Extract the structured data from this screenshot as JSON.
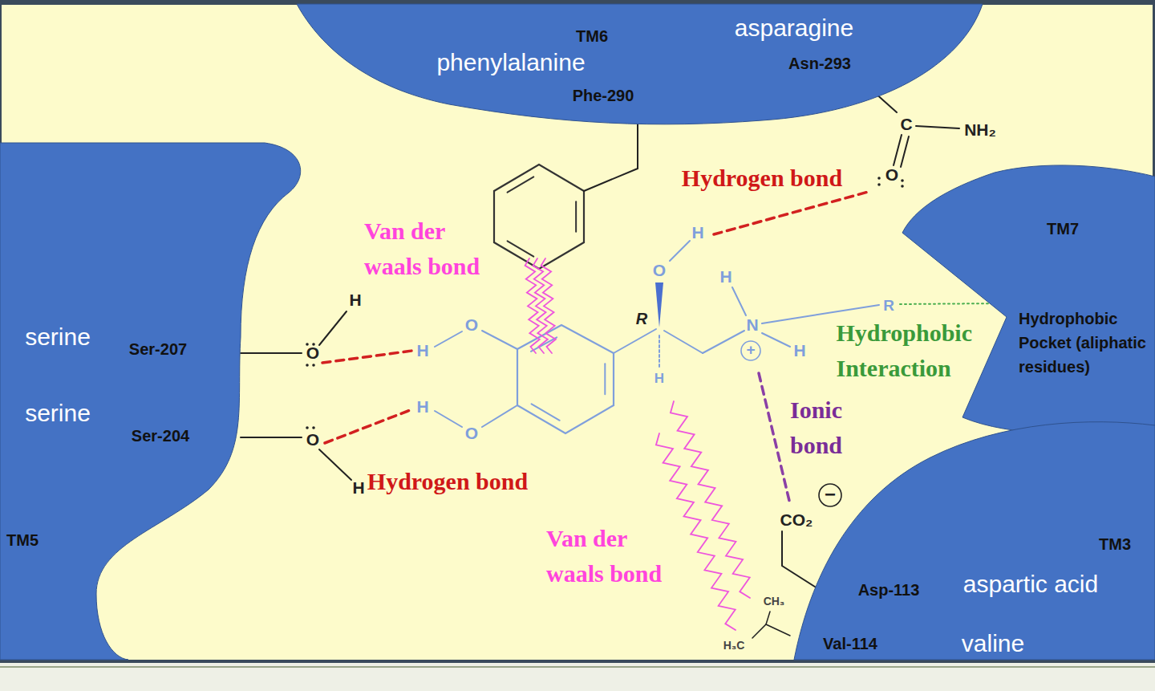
{
  "diagram": {
    "nodes": [
      {
        "text": [
          "TM6",
          "asparagine",
          "phenylalanine",
          "Asn-293",
          "Phe-290"
        ]
      },
      {
        "text": [
          "serine",
          "Ser-207",
          "serine",
          "Ser-204",
          "TM5"
        ]
      },
      {
        "text": [
          "TM7",
          "Hydrophobic Pocket (aliphatic residues)"
        ]
      },
      {
        "text": [
          "TM3",
          "Asp-113",
          "aspartic acid",
          "Val-114",
          "valine"
        ]
      }
    ],
    "labels": [
      "Van der waals bond",
      "Hydrogen bond",
      "Hydrogen bond",
      "Van der waals bond",
      "Hydrophobic Interaction",
      "Ionic bond",
      "H",
      "O",
      "O",
      "H",
      "H",
      "O",
      "H",
      "O",
      "R",
      "O",
      "H",
      "H",
      "H",
      "N",
      "H",
      "R",
      "+",
      "C",
      "NH₂",
      "O",
      "CO₂",
      "−",
      "CH₃",
      "H₃C"
    ]
  }
}
